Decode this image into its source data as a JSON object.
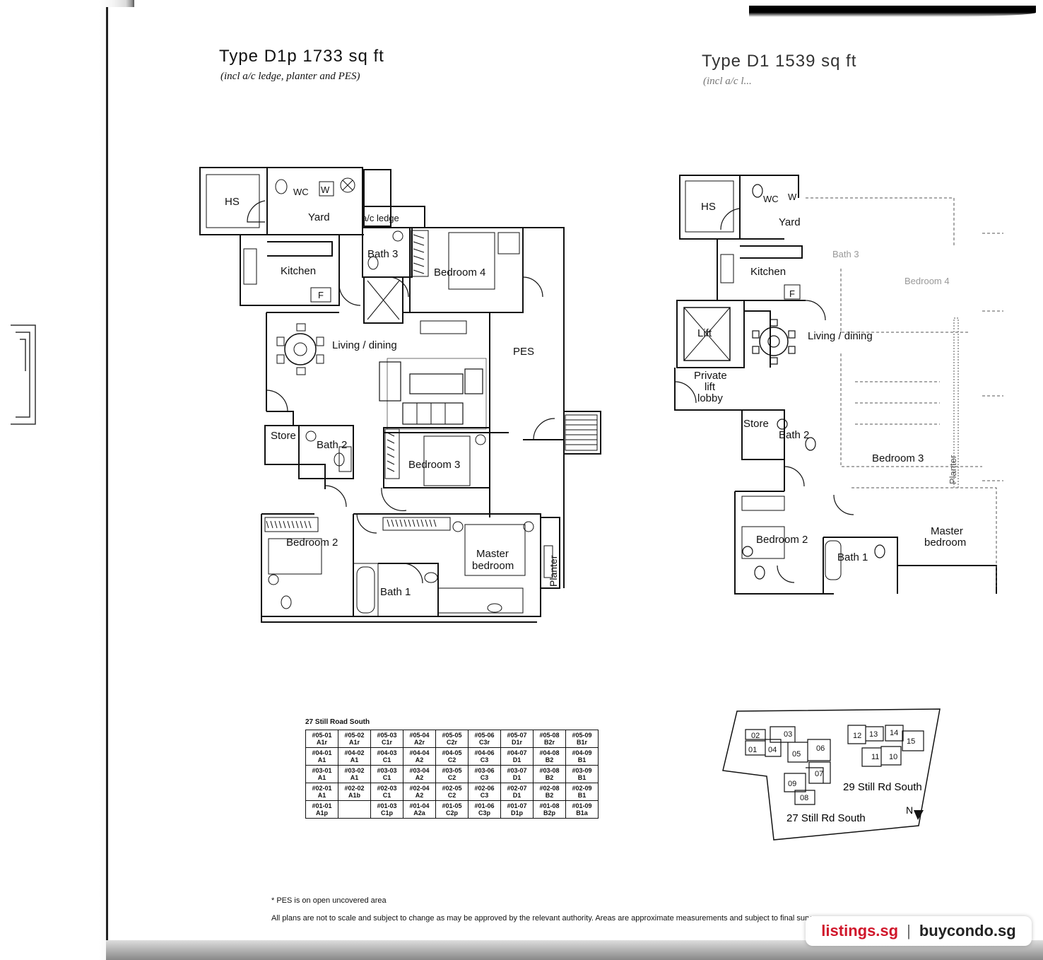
{
  "plan_left": {
    "title": "Type D1p 1733 sq ft",
    "subtitle": "(incl a/c ledge, planter and PES)",
    "rooms": {
      "hs": "HS",
      "wc": "WC",
      "w": "W",
      "yard": "Yard",
      "ac_ledge": "a/c ledge",
      "kitchen": "Kitchen",
      "f": "F",
      "bath3": "Bath 3",
      "bedroom4": "Bedroom 4",
      "living": "Living / dining",
      "pes": "PES",
      "store": "Store",
      "bath2": "Bath 2",
      "bedroom3": "Bedroom 3",
      "bedroom2": "Bedroom 2",
      "master": "Master",
      "master2": "bedroom",
      "bath1": "Bath 1",
      "planter": "Planter"
    }
  },
  "plan_right": {
    "title": "Type D1 1539 sq ft",
    "subtitle": "(incl a/c l...",
    "rooms": {
      "hs": "HS",
      "wc": "WC",
      "w": "W",
      "yard": "Yard",
      "kitchen": "Kitchen",
      "f": "F",
      "bath3": "Bath 3",
      "bedroom4": "Bedroom 4",
      "lift": "Lift",
      "living": "Living / dining",
      "private": "Private",
      "lift2": "lift",
      "lobby": "lobby",
      "store": "Store",
      "bath2": "Bath 2",
      "bedroom3": "Bedroom 3",
      "planter": "Planter",
      "bedroom2": "Bedroom 2",
      "master": "Master",
      "master2": "bedroom",
      "bath1": "Bath 1"
    }
  },
  "unit_table": {
    "title": "27 Still Road South",
    "rows": [
      [
        [
          "#05-01",
          "A1r"
        ],
        [
          "#05-02",
          "A1r"
        ],
        [
          "#05-03",
          "C1r"
        ],
        [
          "#05-04",
          "A2r"
        ],
        [
          "#05-05",
          "C2r"
        ],
        [
          "#05-06",
          "C3r"
        ],
        [
          "#05-07",
          "D1r"
        ],
        [
          "#05-08",
          "B2r"
        ],
        [
          "#05-09",
          "B1r"
        ]
      ],
      [
        [
          "#04-01",
          "A1"
        ],
        [
          "#04-02",
          "A1"
        ],
        [
          "#04-03",
          "C1"
        ],
        [
          "#04-04",
          "A2"
        ],
        [
          "#04-05",
          "C2"
        ],
        [
          "#04-06",
          "C3"
        ],
        [
          "#04-07",
          "D1"
        ],
        [
          "#04-08",
          "B2"
        ],
        [
          "#04-09",
          "B1"
        ]
      ],
      [
        [
          "#03-01",
          "A1"
        ],
        [
          "#03-02",
          "A1"
        ],
        [
          "#03-03",
          "C1"
        ],
        [
          "#03-04",
          "A2"
        ],
        [
          "#03-05",
          "C2"
        ],
        [
          "#03-06",
          "C3"
        ],
        [
          "#03-07",
          "D1"
        ],
        [
          "#03-08",
          "B2"
        ],
        [
          "#03-09",
          "B1"
        ]
      ],
      [
        [
          "#02-01",
          "A1"
        ],
        [
          "#02-02",
          "A1b"
        ],
        [
          "#02-03",
          "C1"
        ],
        [
          "#02-04",
          "A2"
        ],
        [
          "#02-05",
          "C2"
        ],
        [
          "#02-06",
          "C3"
        ],
        [
          "#02-07",
          "D1"
        ],
        [
          "#02-08",
          "B2"
        ],
        [
          "#02-09",
          "B1"
        ]
      ],
      [
        [
          "#01-01",
          "A1p"
        ],
        [
          "",
          ""
        ],
        [
          "#01-03",
          "C1p"
        ],
        [
          "#01-04",
          "A2a"
        ],
        [
          "#01-05",
          "C2p"
        ],
        [
          "#01-06",
          "C3p"
        ],
        [
          "#01-07",
          "D1p"
        ],
        [
          "#01-08",
          "B2p"
        ],
        [
          "#01-09",
          "B1a"
        ]
      ]
    ]
  },
  "site_plan": {
    "blocks": [
      "02",
      "03",
      "01",
      "04",
      "06",
      "05",
      "07",
      "09",
      "08",
      "12",
      "13",
      "14",
      "15",
      "11",
      "10"
    ],
    "label_27": "27 Still Rd South",
    "label_29": "29 Still Rd South",
    "north": "N"
  },
  "footnotes": {
    "pes": "* PES is on open uncovered area",
    "disclaimer": "All plans are not to scale and subject to change as may be approved by the relevant authority. Areas are approximate measurements and subject to final survey"
  },
  "watermark": {
    "left": "listings.sg",
    "sep": "|",
    "right": "buycondo.sg"
  }
}
